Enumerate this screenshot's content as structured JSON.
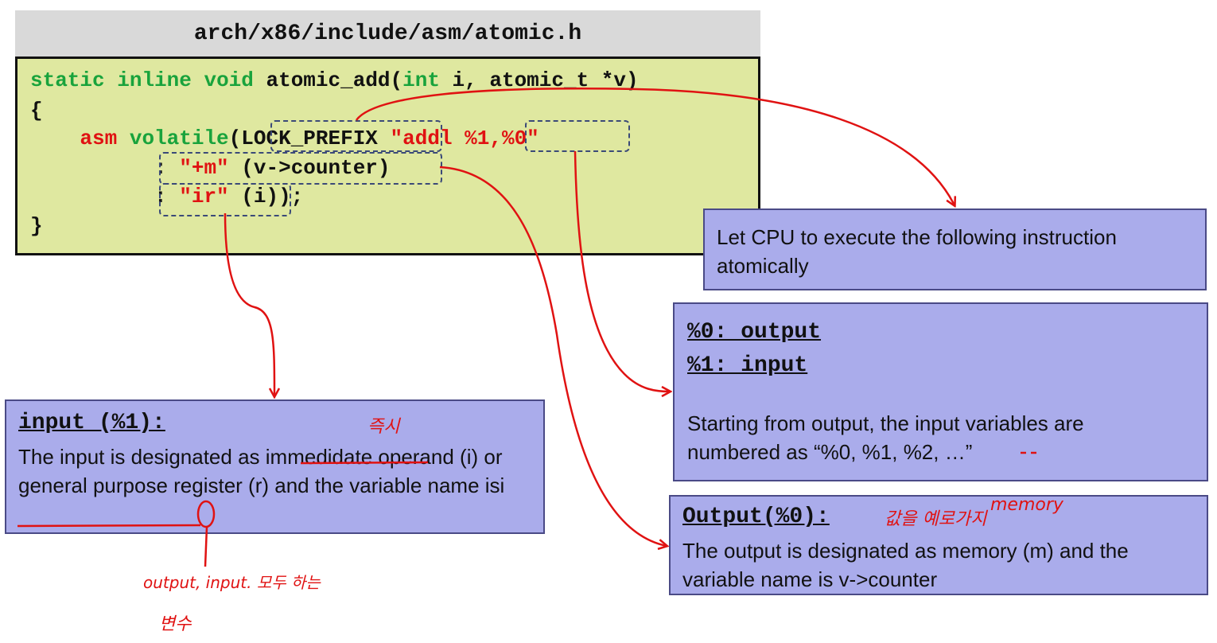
{
  "file_title": "arch/x86/include/asm/atomic.h",
  "code": {
    "line1": {
      "kw1": "static",
      "kw2": "inline",
      "kw3": "void",
      "fn": "atomic_add(",
      "kw4": "int",
      "rest": " i, atomic_t *v)"
    },
    "line2": "{",
    "line3": {
      "asm": "asm",
      "volatile": "volatile",
      "open": "(",
      "lock_prefix": "LOCK_PREFIX",
      "addl": "\"addl",
      "operands": "%1,%0\""
    },
    "line4": {
      "colon": ":",
      "constraint": "\"+m\"",
      "var": "(v->counter)"
    },
    "line5": {
      "colon": ":",
      "constraint": "\"ir\"",
      "var": "(i)",
      "end": ");"
    },
    "line6": "}"
  },
  "lock_box": {
    "text": "Let CPU to execute the following instruction atomically"
  },
  "operand_box": {
    "head1": "%0: output",
    "head2": "%1: input",
    "text": "Starting from output, the input variables are numbered as “%0, %1, %2, …”"
  },
  "input_box": {
    "head": "input (%1):",
    "text_a": "The input is designated as ",
    "text_b": "immedidate",
    "text_c": " operand (i) or general purpose register (r) and the ",
    "text_d": "variable name is",
    "text_e": "i"
  },
  "output_box": {
    "head": "Output(%0):",
    "text": "The output is designated as memory (m) and the variable name is v->counter"
  },
  "handwritten": {
    "note_immediate": "즉시",
    "note_output": "값을 예로가지",
    "note_memory": "memory",
    "note_variable_1": "output, input. 모두 하는",
    "note_variable_2": "변수"
  },
  "colors": {
    "arrow": "#e01212",
    "keyword_green": "#19a33c",
    "keyword_red": "#e01212",
    "box_fill": "#aaaceb",
    "code_bg": "#dfe8a0"
  }
}
